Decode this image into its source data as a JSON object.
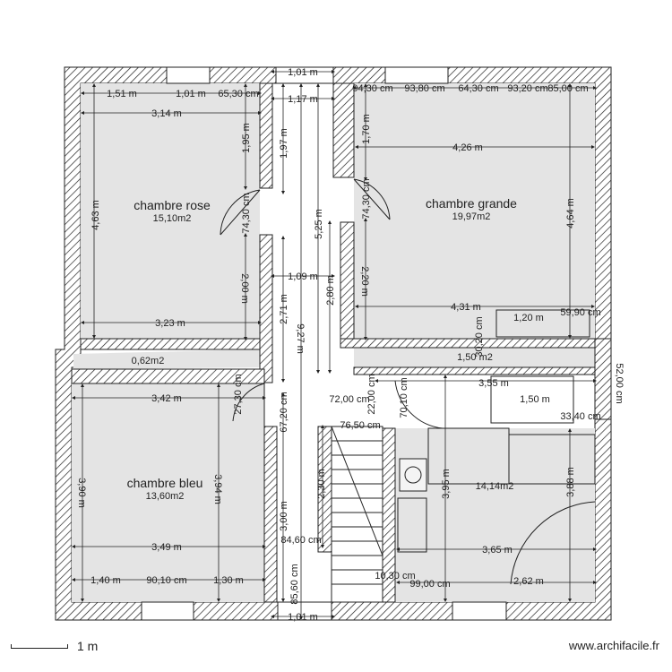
{
  "rooms": [
    {
      "name": "chambre rose",
      "area": "15,10m2"
    },
    {
      "name": "chambre grande",
      "area": "19,97m2"
    },
    {
      "name": "chambre bleu",
      "area": "13,60m2"
    }
  ],
  "areas": {
    "corridor_left": "0,62m2",
    "corridor_right": "1,50 m2",
    "bath": "14,14m2"
  },
  "dims": {
    "top_door": "1,01 m",
    "bottom_door": "1,01 m",
    "r1_a": "1,51 m",
    "r1_b": "1,01 m",
    "r1_c": "65,30 cm",
    "r1_width_top": "3,14 m",
    "r1_width_bottom": "3,23 m",
    "r1_height": "4,63 m",
    "r1_h1": "1,95 m",
    "r1_door": "74,30 cm",
    "r1_h2": "2,00 m",
    "cor_117": "1,17 m",
    "cor_197": "1,97 m",
    "cor_525": "5,25 m",
    "cor_109": "1,09 m",
    "cor_280": "2,80 m",
    "cor_271": "2,71 m",
    "cor_927": "9,27 m",
    "r2_t1": "94,30 cm",
    "r2_t2": "93,80 cm",
    "r2_t3": "64,30 cm",
    "r2_t4": "93,20 cm",
    "r2_t5": "85,00 cm",
    "r2_h1": "1,70 m",
    "r2_width_top": "4,26 m",
    "r2_door": "74,30 cm",
    "r2_h2": "2,20 m",
    "r2_height": "4,64 m",
    "r2_width_bottom": "4,31 m",
    "r2_120": "1,20 m",
    "r2_5990": "59,90 cm",
    "r2_3020": "30,20 cm",
    "r3_width_top": "3,42 m",
    "r3_door": "27,30 cm",
    "r3_height": "3,90 m",
    "r3_394": "3,94 m",
    "r3_width_mid": "3,49 m",
    "r3_a": "1,40 m",
    "r3_b": "90,10 cm",
    "r3_c": "1,30 m",
    "mid_6720": "67,20 cm",
    "mid_300": "3,00 m",
    "mid_8460": "84,60 cm",
    "mid_8560": "85,60 cm",
    "mid_230": "2,30 m",
    "st_7200": "72,00 cm",
    "st_2200": "22,00 cm",
    "st_7650": "76,50 cm",
    "st_7010": "70,10 cm",
    "b_355": "3,55 m",
    "b_150": "1,50 m",
    "b_3340": "33,40 cm",
    "b_5200": "52,00 cm",
    "b_395": "3,95 m",
    "b_388": "3,88 m",
    "b_365": "3,65 m",
    "b_1030": "10,30 cm",
    "b_9900": "99,00 cm",
    "b_262": "2,62 m"
  },
  "footer": {
    "scale": "1 m",
    "site": "www.archifacile.fr"
  }
}
